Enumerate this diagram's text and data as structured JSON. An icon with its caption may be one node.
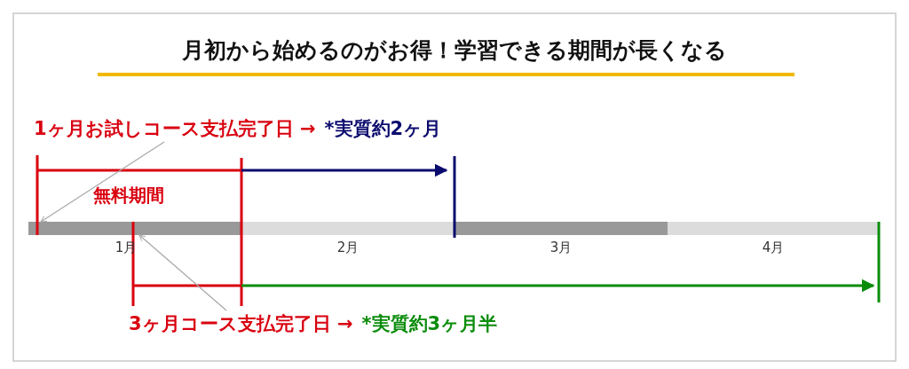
{
  "diagram": {
    "title": "月初から始めるのがお得！学習できる期間が長くなる",
    "nodes": [
      {
        "text": [
          "1ヶ月お試しコース支払完了日 →",
          "*実質約2ヶ月"
        ]
      },
      {
        "text": [
          "3ヶ月コース支払完了日 →",
          "*実質約3ヶ月半"
        ]
      },
      {
        "text": [],
        "shape": "bar",
        "beside": [
          "1月"
        ]
      },
      {
        "text": [],
        "shape": "bar",
        "beside": [
          "2月"
        ]
      },
      {
        "text": [],
        "shape": "bar",
        "beside": [
          "3月"
        ]
      },
      {
        "text": [],
        "shape": "bar",
        "beside": [
          "4月"
        ]
      }
    ],
    "edges": [
      {
        "from": 0,
        "to": 2,
        "arrow": "to"
      },
      {
        "from": 1,
        "to": 2,
        "arrow": "to"
      }
    ],
    "labels": [
      "無料期間"
    ]
  }
}
